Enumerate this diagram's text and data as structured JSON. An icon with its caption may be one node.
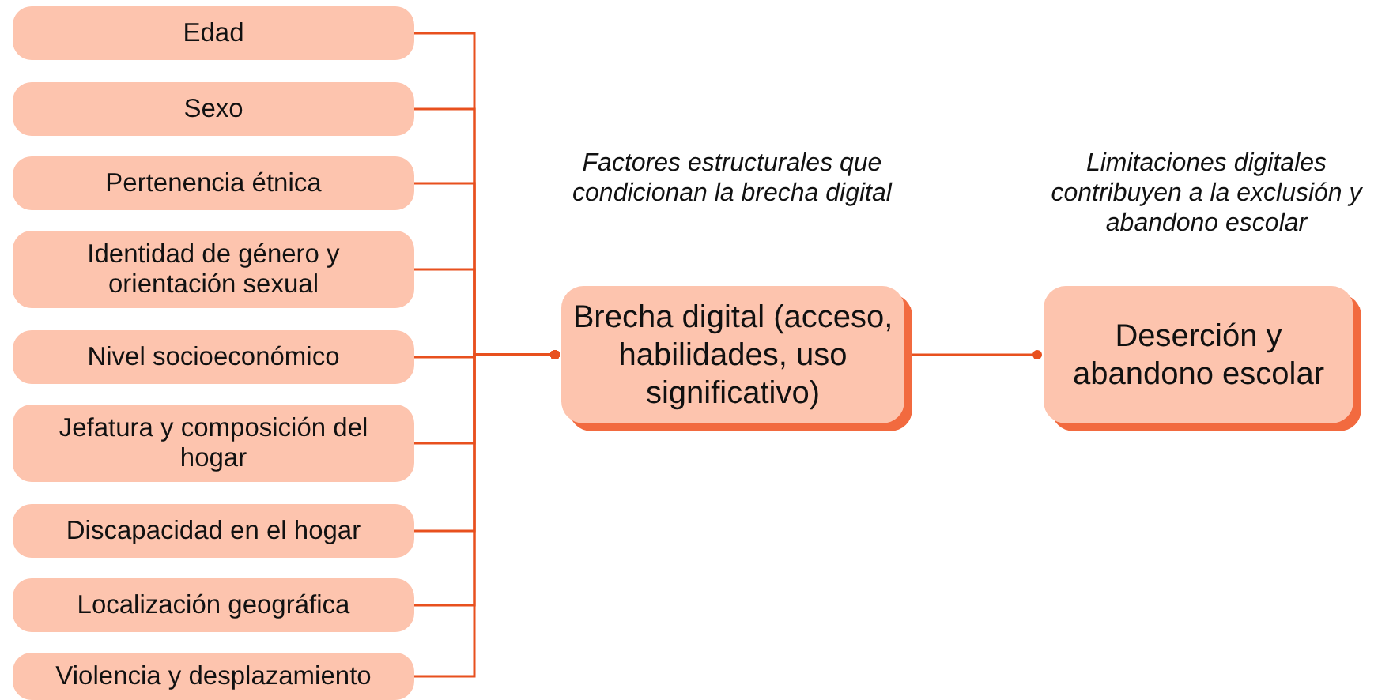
{
  "diagram": {
    "nodes": [
      {
        "text": [
          "Edad"
        ]
      },
      {
        "text": [
          "Sexo"
        ]
      },
      {
        "text": [
          "Pertenencia étnica"
        ]
      },
      {
        "text": [
          "Identidad de género y orientación sexual"
        ]
      },
      {
        "text": [
          "Nivel socioeconómico"
        ]
      },
      {
        "text": [
          "Jefatura y composición del hogar"
        ]
      },
      {
        "text": [
          "Discapacidad en el hogar"
        ]
      },
      {
        "text": [
          "Localización geográfica"
        ]
      },
      {
        "text": [
          "Violencia y desplazamiento"
        ]
      },
      {
        "text": [
          "Brecha digital (acceso, habilidades, uso significativo)"
        ],
        "beside": [
          "Factores estructurales que condicionan la brecha digital"
        ]
      },
      {
        "text": [
          "Deserción y abandono escolar"
        ],
        "beside": [
          "Limitaciones digitales contribuyen a la exclusión y abandono escolar"
        ]
      }
    ],
    "edges": [
      {
        "from": 0,
        "to": 9,
        "arrow": "other"
      },
      {
        "from": 1,
        "to": 9,
        "arrow": "other"
      },
      {
        "from": 2,
        "to": 9,
        "arrow": "other"
      },
      {
        "from": 3,
        "to": 9,
        "arrow": "other"
      },
      {
        "from": 4,
        "to": 9,
        "arrow": "other"
      },
      {
        "from": 5,
        "to": 9,
        "arrow": "other"
      },
      {
        "from": 6,
        "to": 9,
        "arrow": "other"
      },
      {
        "from": 7,
        "to": 9,
        "arrow": "other"
      },
      {
        "from": 8,
        "to": 9,
        "arrow": "other"
      },
      {
        "from": 9,
        "to": 10,
        "arrow": "other"
      }
    ]
  }
}
